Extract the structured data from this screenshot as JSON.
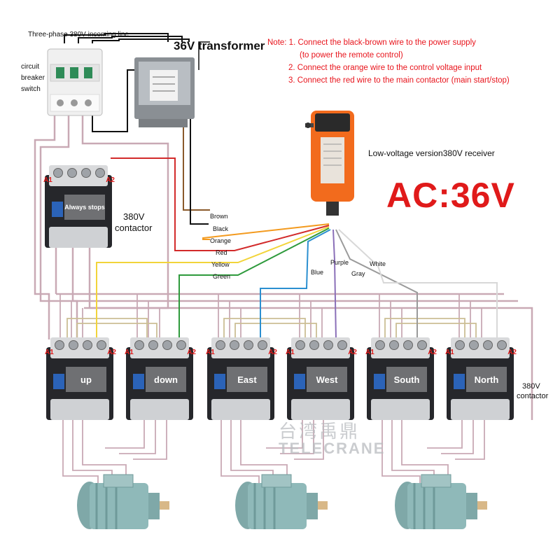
{
  "header": {
    "incoming_line": "Three-phase 380V incoming line",
    "breaker_label_1": "circuit",
    "breaker_label_2": "breaker",
    "breaker_label_3": "switch",
    "transformer_label": "36V transformer"
  },
  "notes": {
    "line1": "Note: 1. Connect the black-brown wire to the power supply",
    "line2": "(to power the remote control)",
    "line3": "2. Connect the orange wire to the control voltage input",
    "line4": "3. Connect the red wire to the main contactor (main start/stop)"
  },
  "receiver": {
    "label": "Low-voltage version380V receiver",
    "voltage": "AC:36V"
  },
  "main_contactor": {
    "label_1": "380V",
    "label_2": "contactor",
    "badge": "Always stops",
    "a1": "A1",
    "a2": "A2"
  },
  "wires": {
    "brown": "Brown",
    "black": "Black",
    "orange": "Orange",
    "red": "Red",
    "yellow": "Yellow",
    "green": "Green",
    "blue": "Blue",
    "purple": "Purple",
    "gray": "Gray",
    "white": "White"
  },
  "colors": {
    "brown": "#8a5a2b",
    "black": "#111111",
    "orange": "#f39a1e",
    "red": "#d22a2a",
    "yellow": "#f2d43a",
    "green": "#2e9a3c",
    "blue": "#2b8fd0",
    "purple": "#8a6fb8",
    "gray": "#9a9a9a",
    "white_wire": "#d8d8d8",
    "power": "#c9a9b5",
    "accent_red": "#e01a1a"
  },
  "direction_contactors": {
    "labels": [
      "up",
      "down",
      "East",
      "West",
      "South",
      "North"
    ],
    "a1": "A1",
    "a2": "A2",
    "side_label_1": "380V",
    "side_label_2": "contactor"
  },
  "watermark": {
    "cn": "台湾禹鼎",
    "en": "TELECRANE"
  }
}
